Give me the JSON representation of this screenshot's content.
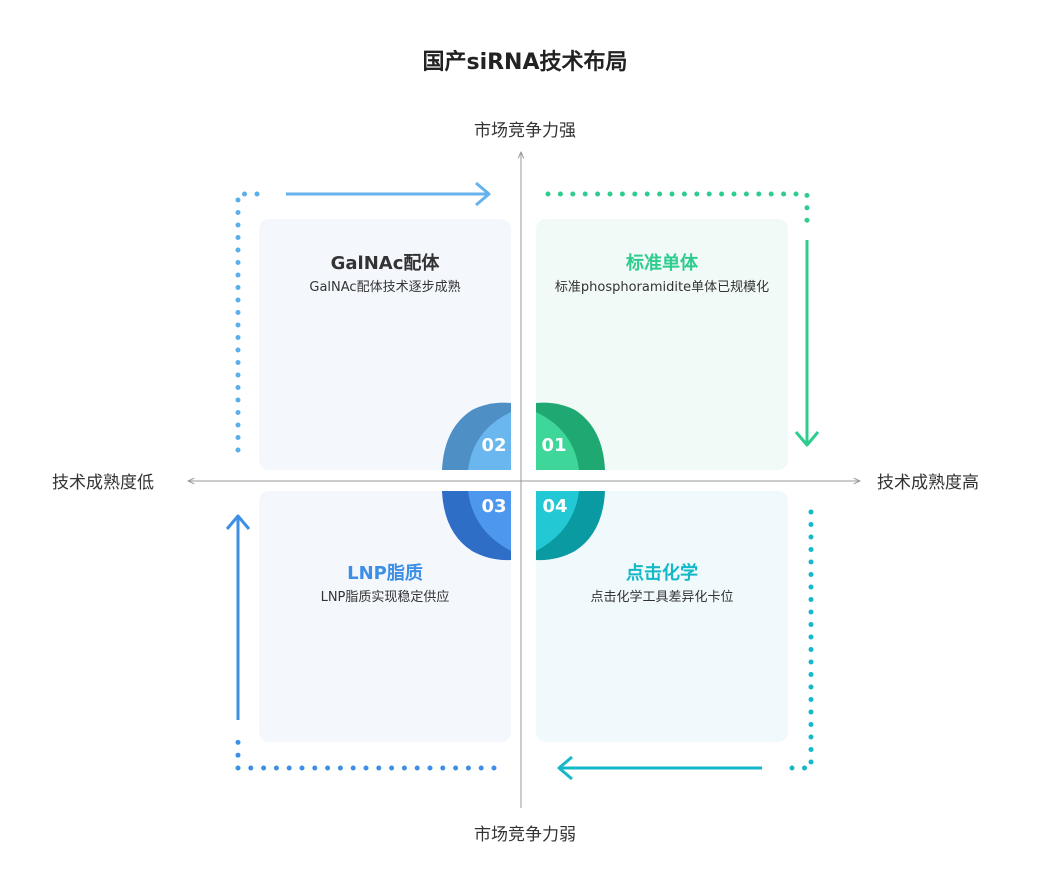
{
  "title": "国产siRNA技术布局",
  "axes": {
    "top": "市场竞争力强",
    "bottom": "市场竞争力弱",
    "left": "技术成熟度低",
    "right": "技术成熟度高"
  },
  "quadrants": [
    {
      "number": "01",
      "title": "标准单体",
      "description": "标准phosphoramidite单体已规模化",
      "color": "#2ecc8f"
    },
    {
      "number": "02",
      "title": "GalNAc配体",
      "description": "GalNAc配体技术逐步成熟",
      "color": "#4aa3e8"
    },
    {
      "number": "03",
      "title": "LNP脂质",
      "description": "LNP脂质实现稳定供应",
      "color": "#3d8fe6"
    },
    {
      "number": "04",
      "title": "点击化学",
      "description": "点击化学工具差异化卡位",
      "color": "#14b8c8"
    }
  ]
}
